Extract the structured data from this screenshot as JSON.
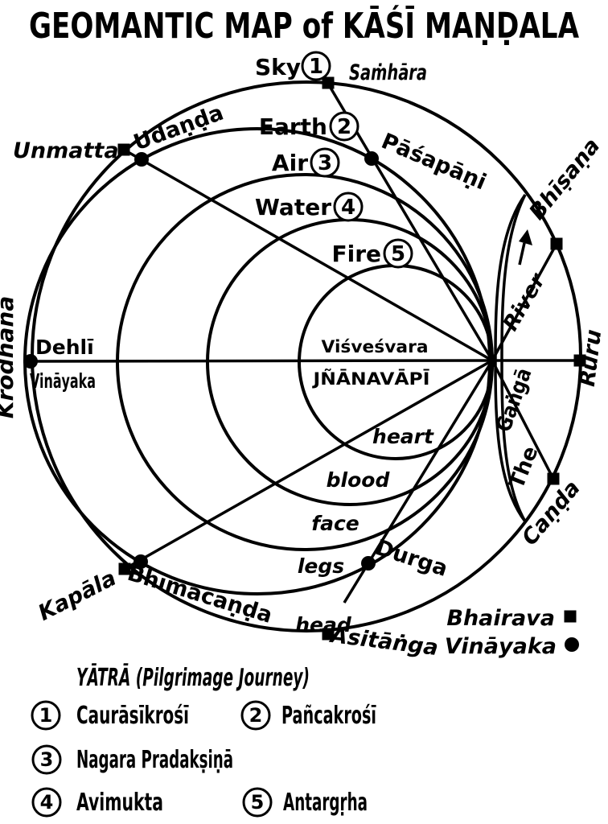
{
  "title": "GEOMANTIC MAP of KĀŚĪ MAṆḌALA",
  "colors": {
    "ink": "#000000",
    "paper": "#ffffff"
  },
  "rings": [
    {
      "num": "1",
      "element": "Sky",
      "yatra": "Caurāsīkrośī"
    },
    {
      "num": "2",
      "element": "Earth",
      "yatra": "Pañcakrośī"
    },
    {
      "num": "3",
      "element": "Air",
      "yatra": "Nagara Pradakṣiṇā"
    },
    {
      "num": "4",
      "element": "Water",
      "yatra": "Avimukta"
    },
    {
      "num": "5",
      "element": "Fire",
      "yatra": "Antargṛha"
    }
  ],
  "center": {
    "deity": "Viśveśvara",
    "well": "JÑĀNAVĀPĪ"
  },
  "body_parts": {
    "heart": "heart",
    "blood": "blood",
    "face": "face",
    "legs": "legs",
    "head": "head"
  },
  "sites": {
    "samhara": "Saṁhāra",
    "unmatta": "Unmatta",
    "krodhana": "Krodhana",
    "kapala": "Kapāla",
    "asitanga": "Asitāṅga",
    "bhisana": "Bhīṣaṇa",
    "ruru": "Ruru",
    "canda": "Caṇḍa",
    "udanda": "Udaṇḍa",
    "pasapani": "Pāśapāṇi",
    "dehli": "Dehlī",
    "vinayaka": "Vināyaka",
    "bhimacanda": "Bhīmacaṇḍa",
    "durga": "Durga"
  },
  "river": {
    "river": "River",
    "the": "The",
    "ganga": "Gaṅgā"
  },
  "legend": {
    "bhairava": "Bhairava",
    "vinayaka": "Vināyaka"
  },
  "yatra_heading": "YĀTRĀ (Pilgrimage Journey)"
}
